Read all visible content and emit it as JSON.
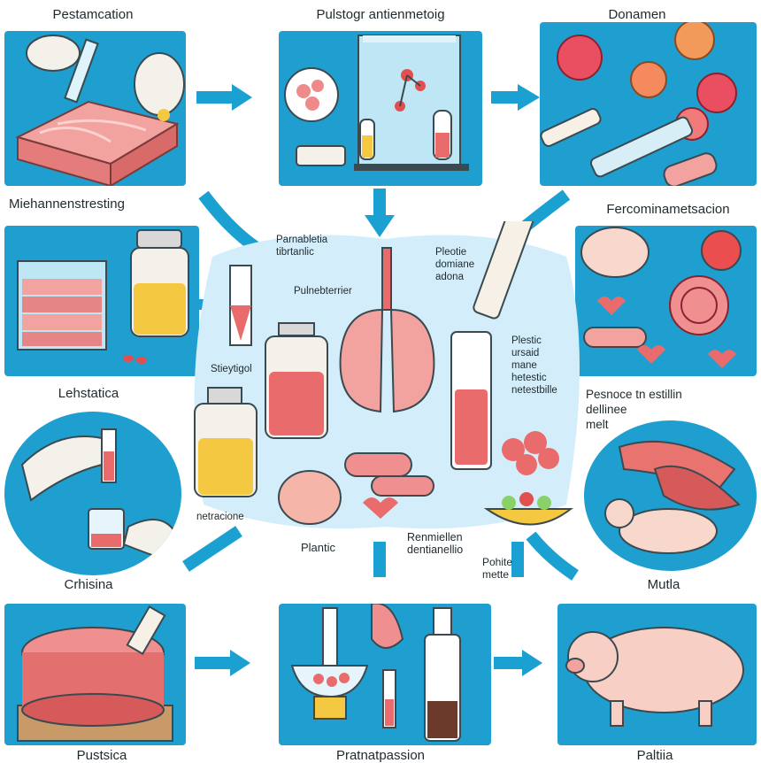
{
  "labels": {
    "top_left": "Pestamcation",
    "top_center": "Pulstogr antienmetoig",
    "top_right": "Donamen",
    "mid_left_title": "Miehannenstresting",
    "mid_right_title": "Fercominametsacion",
    "left_lower": "Lehstatica",
    "right_lower_1": "Pesnoce tn estillin",
    "right_lower_2": "dellinee",
    "right_lower_3": "melt",
    "lower_left": "Crhisina",
    "lower_right": "Mutla",
    "bottom_left": "Pustsica",
    "bottom_center": "Pratnatpassion",
    "bottom_right": "Paltiia"
  },
  "hub": {
    "t1_line1": "Parnabletia",
    "t1_line2": "tibrtanlic",
    "t2": "Pulnebterrier",
    "t3": "Stieytigol",
    "t4": "netracione",
    "t5_line1": "Pleotie",
    "t5_line2": "domiane",
    "t5_line3": "adona",
    "t6_line1": "Plestic",
    "t6_line2": "ursaid",
    "t6_line3": "mane",
    "t6_line4": "hetestic",
    "t6_line5": "netestbille",
    "t7": "Plantic",
    "t8_line1": "Renmiellen",
    "t8_line2": "dentianellio",
    "t9_line1": "Pohite",
    "t9_line2": "mette"
  },
  "colors": {
    "panel_blue": "#1e9fcf",
    "hub_blue": "#d3eefa",
    "meat_pink": "#f08f8f",
    "arrow_blue": "#1ba0d2"
  }
}
